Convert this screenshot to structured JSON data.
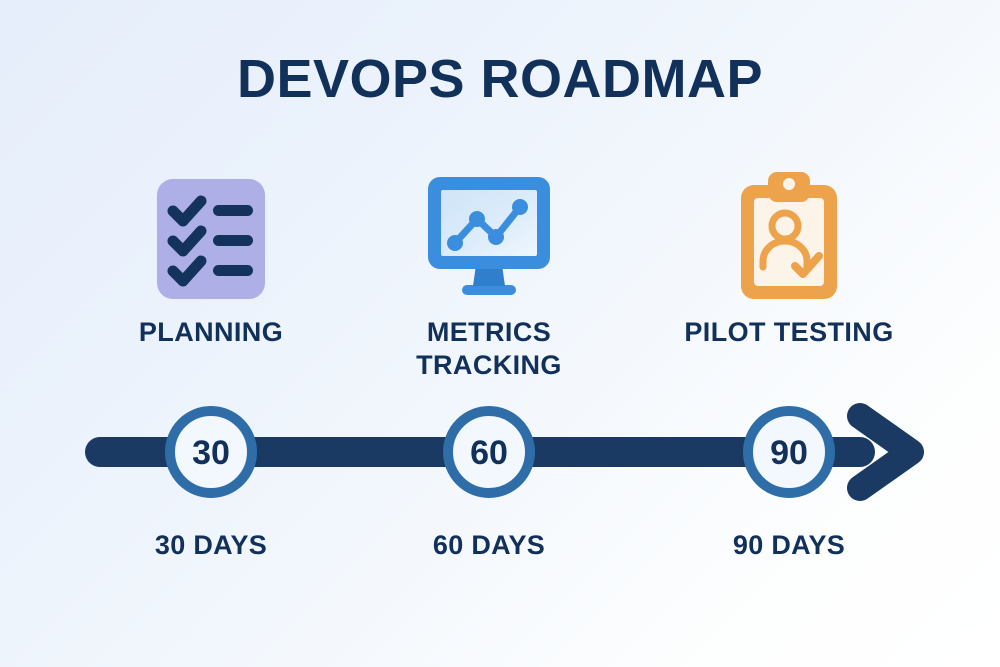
{
  "title": "DEVOPS ROADMAP",
  "colors": {
    "navy": "#12315a",
    "bar_navy": "#1b3a63",
    "ring_blue": "#2e6da8",
    "node_fill": "#f2f8fd",
    "icon_purple": "#adafe6",
    "icon_blue": "#3b8ede",
    "icon_screen_light": "#dcecfa",
    "icon_orange": "#eda24c",
    "icon_cream": "#fdf4e9",
    "bg_start": "#e6eefb",
    "bg_end": "#ffffff"
  },
  "milestones": [
    {
      "icon": "checklist-icon",
      "caption": "PLANNING",
      "node_number": "30",
      "day_label": "30 DAYS"
    },
    {
      "icon": "monitor-chart-icon",
      "caption": "METRICS TRACKING",
      "node_number": "60",
      "day_label": "60 DAYS"
    },
    {
      "icon": "clipboard-person-check-icon",
      "caption": "PILOT TESTING",
      "node_number": "90",
      "day_label": "90 DAYS"
    }
  ]
}
